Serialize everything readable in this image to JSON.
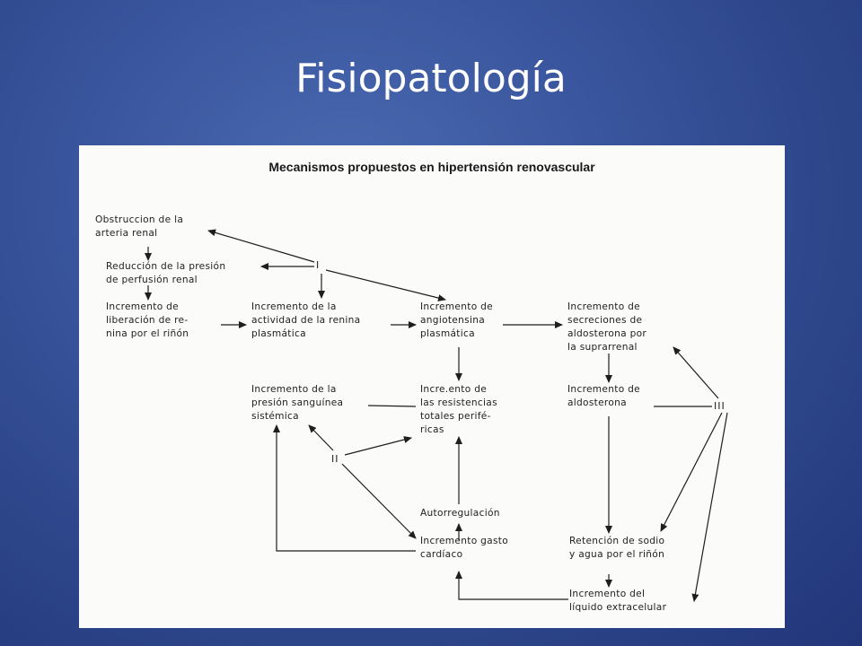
{
  "slide": {
    "title": "Fisiopatología"
  },
  "diagram": {
    "heading": "Mecanismos propuestos en hipertensión renovascular",
    "nodes": {
      "obstruccion": "Obstruccion de la\narteria renal",
      "reduccion": "Reducción de la presión\nde perfusión renal",
      "liberacion_renina": "Incremento de\nliberación de re-\nnina por el riñón",
      "actividad_renina": "Incremento de la\nactividad de la renina\nplasmática",
      "angiotensina": "Incremento de\nangiotensina\nplasmática",
      "aldosterona_secreciones": "Incremento de\nsecreciones de\naldosterona por\nla suprarrenal",
      "presion_sanguinea": "Incremento de la\npresión sanguínea\nsistémica",
      "resistencias": "Incre.ento de\nlas resistencias\ntotales perifé-\nricas",
      "aldosterona": "Incremento de\naldosterona",
      "autorregulacion": "Autorregulación",
      "gasto_cardiaco": "Incremento gasto\ncardíaco",
      "retencion_sodio": "Retención de sodio\ny agua por el riñón",
      "liquido_extracelular": "Incremento del\nlíquido extracelular"
    },
    "mechanisms": {
      "i": "I",
      "ii": "II",
      "iii": "III"
    }
  }
}
